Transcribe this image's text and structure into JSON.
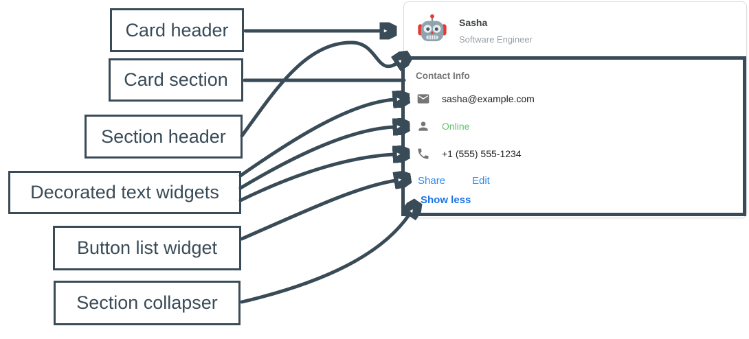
{
  "annotation_labels": [
    {
      "text": "Card header",
      "target": "card-header"
    },
    {
      "text": "Card section",
      "target": "contact-section"
    },
    {
      "text": "Section header",
      "target": "section-title"
    },
    {
      "text": "Decorated text widgets",
      "target": "email-status-phone-rows"
    },
    {
      "text": "Button list widget",
      "target": "share-edit-buttons"
    },
    {
      "text": "Section collapser",
      "target": "show-less-link"
    }
  ],
  "card": {
    "header": {
      "avatar": "robot-avatar",
      "name": "Sasha",
      "title": "Software Engineer"
    },
    "section": {
      "title": "Contact Info",
      "rows": [
        {
          "icon": "mail-icon",
          "text": "sasha@example.com"
        },
        {
          "icon": "person-icon",
          "text": "Online"
        },
        {
          "icon": "phone-icon",
          "text": "+1 (555) 555-1234"
        }
      ],
      "buttons": [
        {
          "label": "Share"
        },
        {
          "label": "Edit"
        }
      ],
      "collapser_label": "Show less"
    }
  },
  "colors": {
    "annotation_ink": "#394b57",
    "card_border": "#dadce0",
    "section_header_gray": "#757575",
    "icon_gray": "#757575",
    "text_dark": "#202124",
    "subtitle_gray": "#9aa0a6",
    "status_green": "#63c06d",
    "button_blue": "#2e8bf0",
    "collapser_blue": "#1a73e8"
  }
}
